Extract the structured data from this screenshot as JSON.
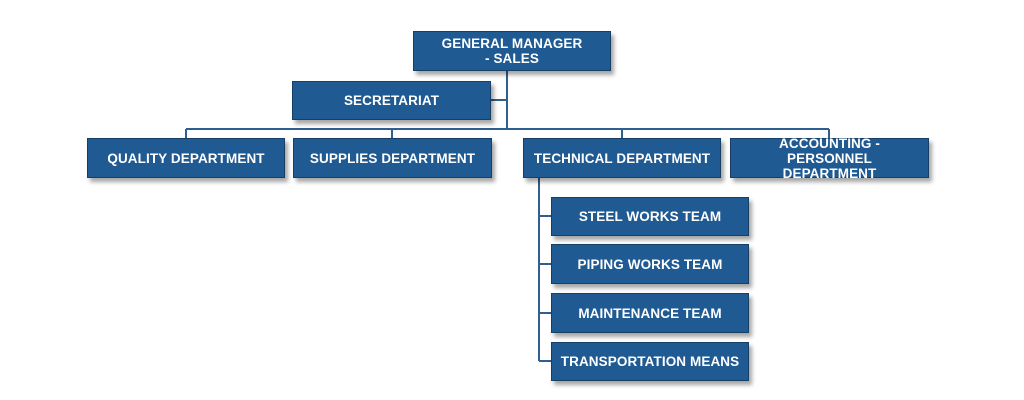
{
  "org_chart": {
    "general_manager": "GENERAL MANAGER\n- SALES",
    "secretariat": "SECRETARIAT",
    "departments": [
      "QUALITY DEPARTMENT",
      "SUPPLIES DEPARTMENT",
      "TECHNICAL DEPARTMENT",
      "ACCOUNTING - PERSONNEL\nDEPARTMENT"
    ],
    "technical_teams": [
      "STEEL WORKS TEAM",
      "PIPING WORKS TEAM",
      "MAINTENANCE TEAM",
      "TRANSPORTATION MEANS"
    ]
  },
  "colors": {
    "box_fill": "#1f5a92",
    "box_border": "#173f66",
    "connector": "#2e5f8e",
    "text": "#ffffff"
  }
}
